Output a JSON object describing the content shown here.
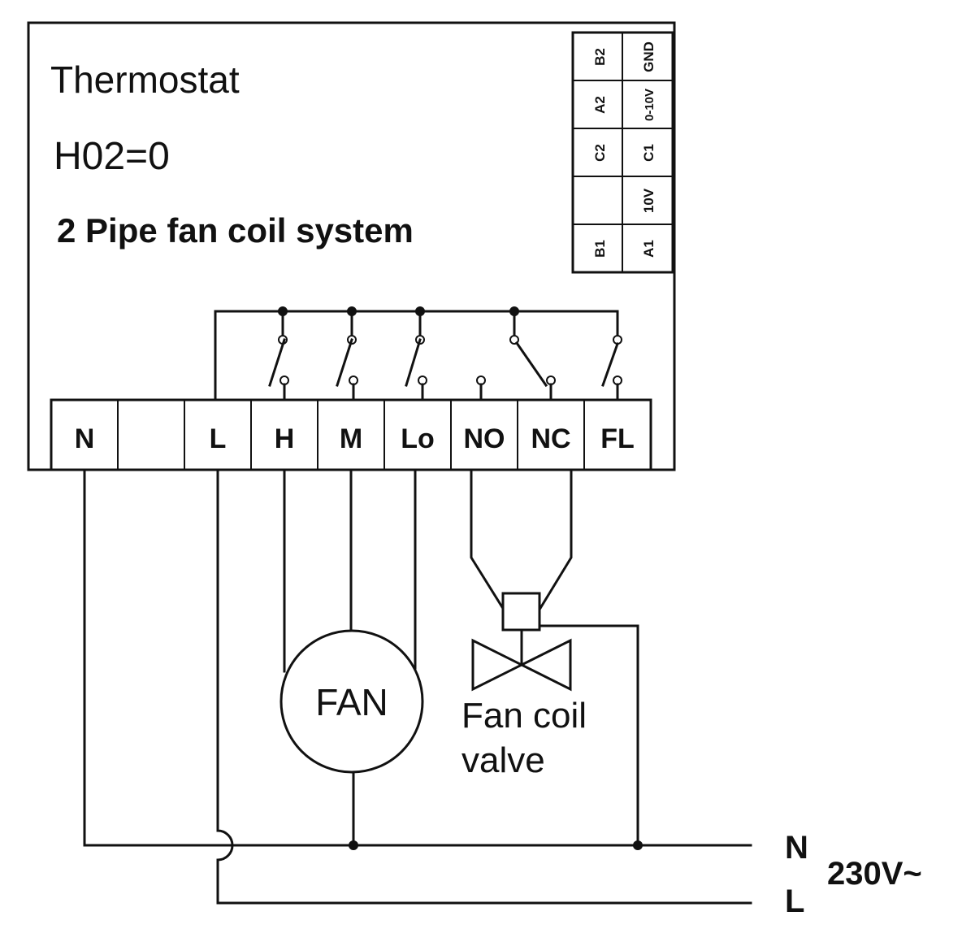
{
  "header": {
    "title": "Thermostat",
    "setting": "H02=0",
    "system": "2 Pipe fan coil system"
  },
  "terminals": [
    "N",
    "",
    "L",
    "H",
    "M",
    "Lo",
    "NO",
    "NC",
    "FL"
  ],
  "aux_terminals": {
    "left": [
      "B2",
      "A2",
      "C2",
      "",
      "B1"
    ],
    "right": [
      "GND",
      "0-10V",
      "C1",
      "10V",
      "A1"
    ]
  },
  "fan_label": "FAN",
  "valve_label": [
    "Fan coil",
    "valve"
  ],
  "supply": {
    "n": "N",
    "l": "L",
    "voltage": "230V~"
  }
}
